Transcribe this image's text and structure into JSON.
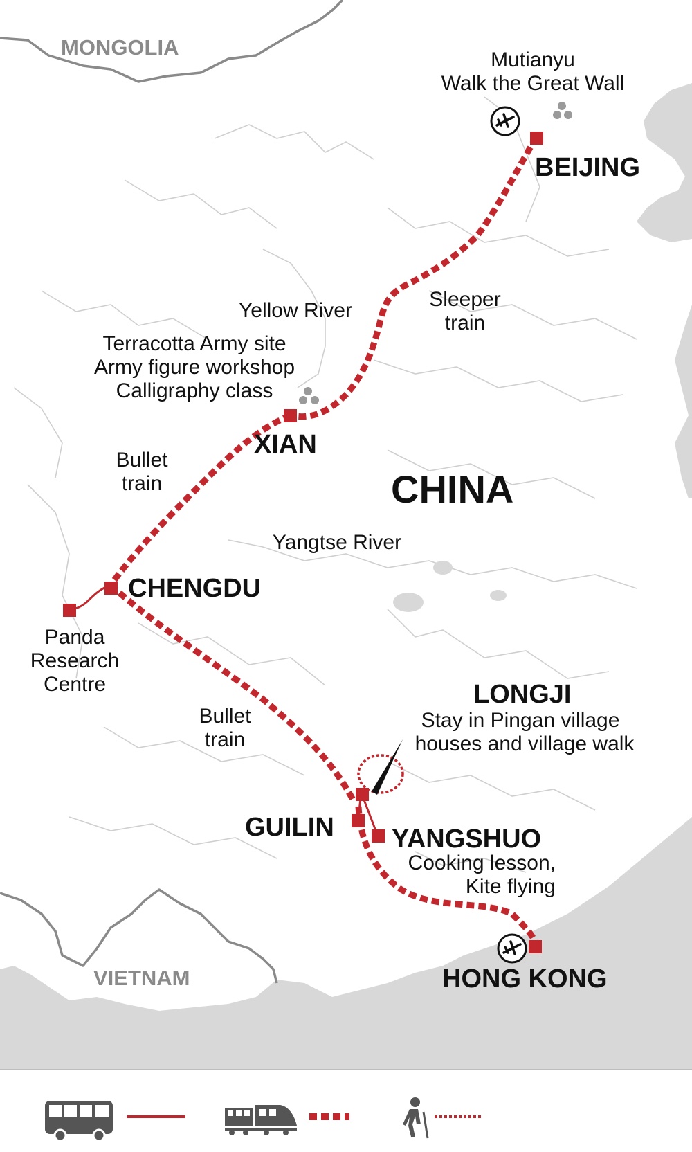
{
  "colors": {
    "route": "#c1272d",
    "sea": "#d8d8d8",
    "land": "#ffffff",
    "border": "#8a8a8a",
    "river": "#c9c9c9",
    "text": "#111111"
  },
  "countries": {
    "mongolia": "MONGOLIA",
    "vietnam": "VIETNAM",
    "china": "CHINA"
  },
  "cities": {
    "beijing": "BEIJING",
    "xian": "XIAN",
    "chengdu": "CHENGDU",
    "guilin": "GUILIN",
    "yangshuo": "YANGSHUO",
    "hong_kong": "HONG KONG",
    "longji": "LONGJI"
  },
  "notes": {
    "mutianyu_1": "Mutianyu",
    "mutianyu_2": "Walk the Great Wall",
    "sleeper_1": "Sleeper",
    "sleeper_2": "train",
    "yellow_river": "Yellow River",
    "xian_1": "Terracotta Army site",
    "xian_2": "Army figure workshop",
    "xian_3": "Calligraphy class",
    "bullet1_1": "Bullet",
    "bullet1_2": "train",
    "yangtse_river": "Yangtse River",
    "panda_1": "Panda",
    "panda_2": "Research",
    "panda_3": "Centre",
    "bullet2_1": "Bullet",
    "bullet2_2": "train",
    "longji_1": "Stay in Pingan village",
    "longji_2": "houses and village walk",
    "yangshuo_1": "Cooking lesson,",
    "yangshuo_2": "Kite flying"
  },
  "icons": [
    "airport-icon",
    "sight-dots-icon",
    "bus-icon",
    "train-icon",
    "hiker-icon"
  ],
  "legend": [
    "bus",
    "train",
    "walk"
  ]
}
